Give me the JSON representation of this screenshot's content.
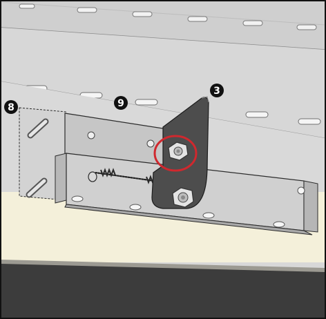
{
  "callouts": [
    {
      "id": "8",
      "label": "8"
    },
    {
      "id": "9",
      "label": "9"
    },
    {
      "id": "3",
      "label": "3"
    }
  ],
  "colors": {
    "background_panel": "#d7d7d7",
    "upper_panel": "#cfcfcf",
    "floor": "#f4f0da",
    "base_strip": "#3c3c3c",
    "plate": "#c4c4c4",
    "bracket_dark": "#4a4a4a",
    "highlight_circle": "#d0282e",
    "callout_fill": "#111111"
  },
  "icons": {
    "callout_8": "number-8-circle",
    "callout_9": "number-9-circle",
    "callout_3": "number-3-circle",
    "highlight": "red-highlight-circle"
  }
}
